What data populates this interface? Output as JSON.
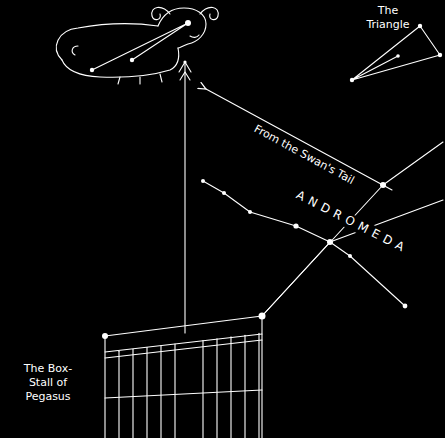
{
  "diagram": {
    "labels": [
      "The Triangle",
      "From the Swan's Tail",
      "ANDROMEDA",
      "The Box-Stall of Pegasus"
    ]
  }
}
